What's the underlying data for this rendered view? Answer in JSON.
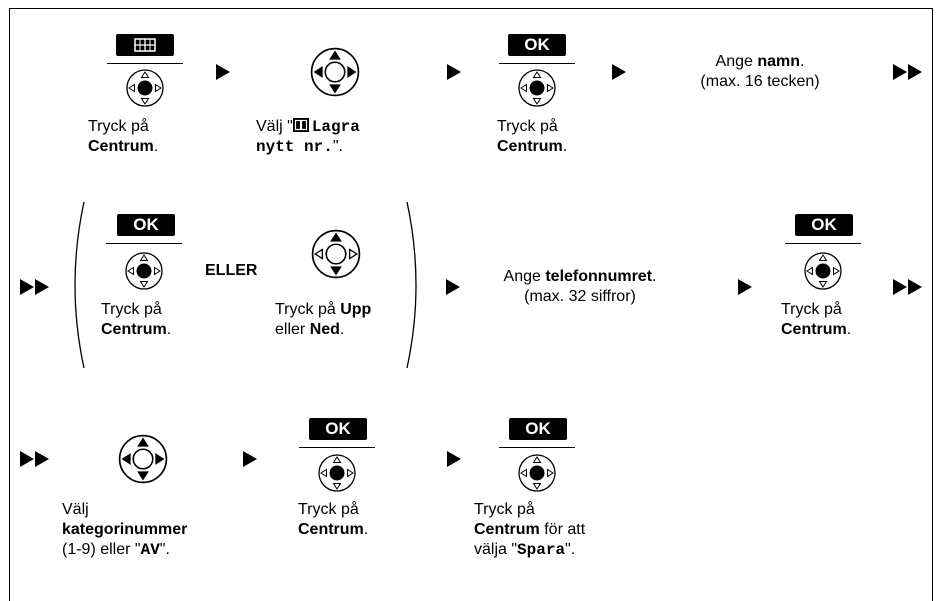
{
  "steps": {
    "press_center_1": {
      "line1": "Tryck på",
      "line2": "Centrum",
      "end": "."
    },
    "select_store": {
      "pre": "Välj \"",
      "mono1": "Lagra",
      "mono2": "nytt nr.",
      "end": "\"."
    },
    "ok_center_1": {
      "ok": "OK",
      "line1": "Tryck på",
      "line2": "Centrum",
      "end": "."
    },
    "enter_name": {
      "pre": "Ange ",
      "bold": "namn",
      "end": ".",
      "line2": "(max. 16 tecken)"
    },
    "ok_center_2": {
      "ok": "OK",
      "line1": "Tryck på",
      "line2": "Centrum",
      "end": "."
    },
    "or": "ELLER",
    "up_down": {
      "pre": "Tryck på ",
      "bold1": "Upp",
      "line2pre": "eller ",
      "bold2": "Ned",
      "end": "."
    },
    "enter_number": {
      "pre": "Ange ",
      "bold": "telefonnumret",
      "end": ".",
      "line2": "(max. 32 siffror)"
    },
    "ok_center_3": {
      "ok": "OK",
      "line1": "Tryck på",
      "line2": "Centrum",
      "end": "."
    },
    "select_category": {
      "line1": "Välj",
      "bold": "kategorinummer",
      "line3pre": "(1-9) eller \"",
      "mono": "AV",
      "end": "\"."
    },
    "ok_center_4": {
      "ok": "OK",
      "line1": "Tryck på",
      "line2": "Centrum",
      "end": "."
    },
    "ok_center_save": {
      "ok": "OK",
      "line1": "Tryck på",
      "bold": "Centrum",
      "line2rest": " för att",
      "line3pre": "välja \"",
      "mono": "Spara",
      "end": "\"."
    }
  },
  "icons": {
    "menu": "menu-grid-icon",
    "navkey": "navigator-key-icon",
    "arrow": "right-triangle-icon",
    "double_arrow": "double-right-triangle-icon",
    "phonebook": "phonebook-icon"
  }
}
